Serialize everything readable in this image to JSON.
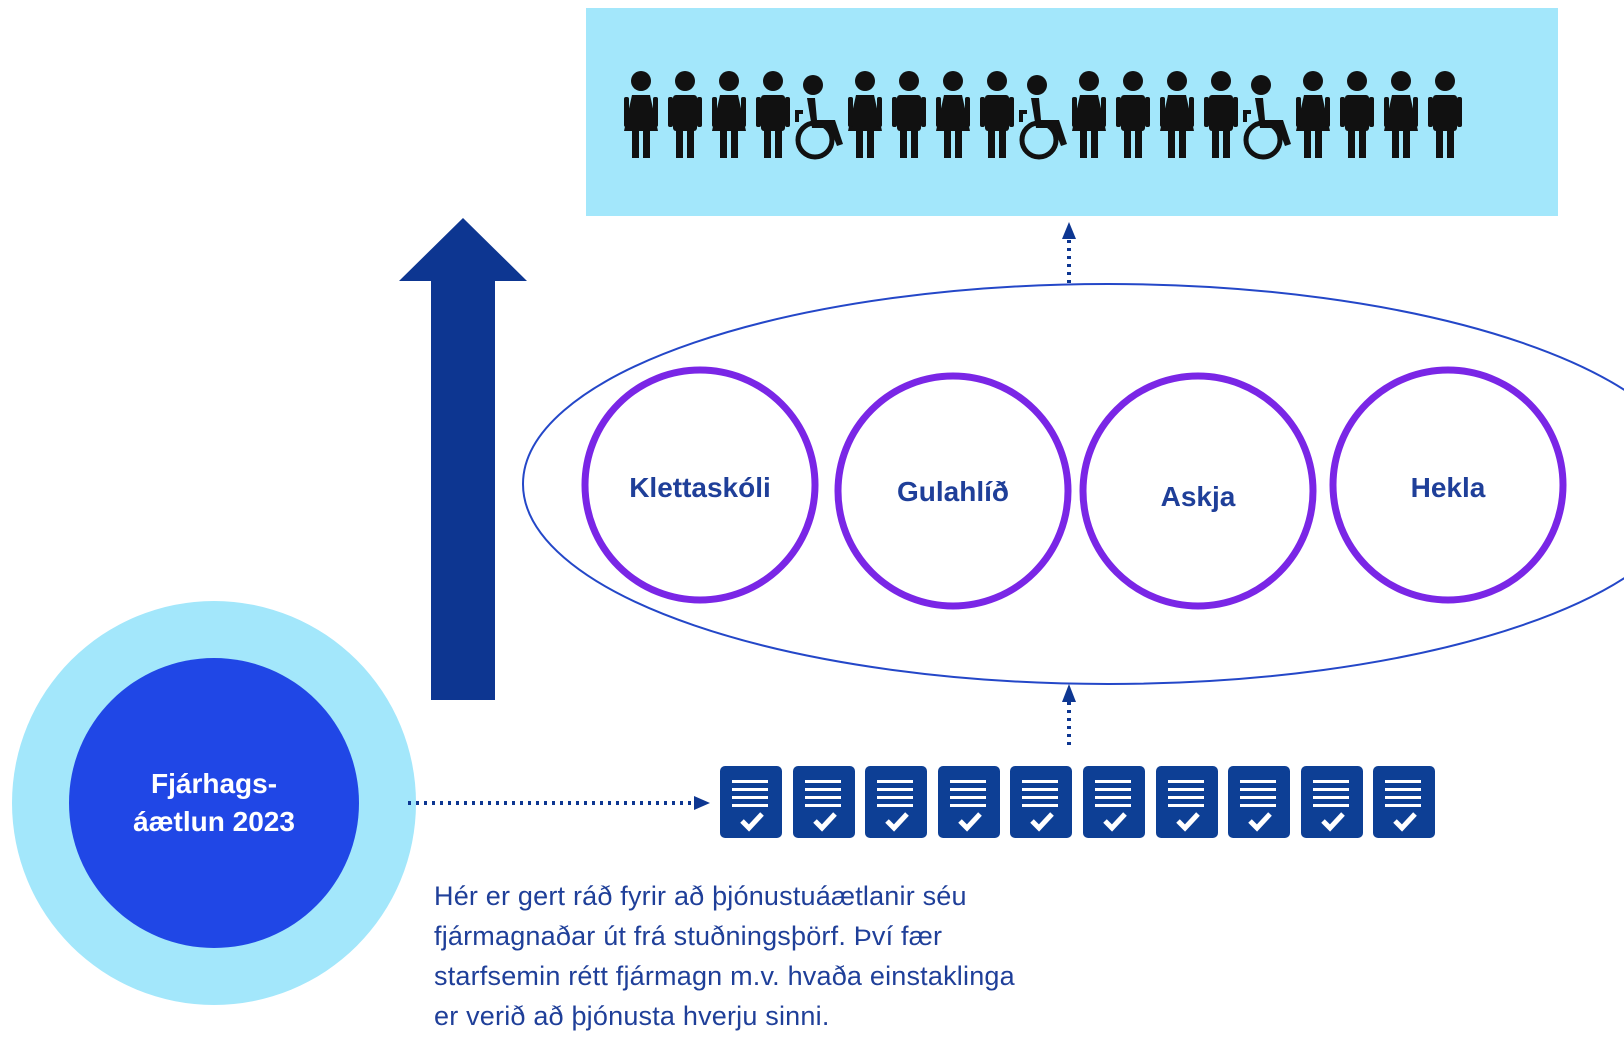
{
  "diagram": {
    "budget": {
      "line1": "Fjárhags-",
      "line2": "áætlun 2023"
    },
    "schools": [
      {
        "label": "Klettaskóli"
      },
      {
        "label": "Gulahlíð"
      },
      {
        "label": "Askja"
      },
      {
        "label": "Hekla"
      }
    ],
    "description_lines": [
      "Hér er gert ráð fyrir að þjónustuáætlanir  séu",
      "fjármagnaðar út frá stuðningsþörf. Því fær",
      "starfsemin rétt fjármagn m.v. hvaða einstaklinga",
      "er verið að þjónusta hverju sinni."
    ],
    "icons": {
      "person": "person-icon",
      "wheelchair": "wheelchair-user-icon",
      "document": "checklist-document-icon"
    },
    "people_sequence": [
      "girl",
      "boy",
      "girl",
      "boy",
      "wheelchair",
      "girl",
      "boy",
      "girl",
      "boy",
      "wheelchair",
      "girl",
      "boy",
      "girl",
      "boy",
      "wheelchair",
      "girl",
      "boy",
      "girl",
      "boy"
    ],
    "document_count": 10,
    "colors": {
      "banner": "#a3e7fb",
      "people": "#111111",
      "arrow": "#0d3691",
      "ellipse": "#2447c8",
      "circle_ring": "#7a26e6",
      "school_text": "#1f3f99",
      "budget_outer": "#a3e7fb",
      "budget_inner": "#2047e6",
      "document": "#0d3f95",
      "dotted": "#0d3691"
    }
  }
}
